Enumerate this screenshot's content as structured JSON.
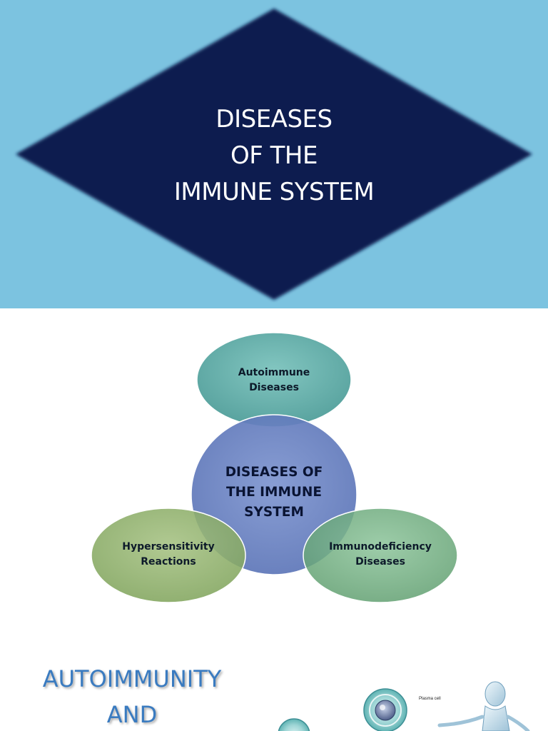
{
  "slide1": {
    "title_lines": [
      "DISEASES",
      "OF THE",
      "IMMUNE SYSTEM"
    ],
    "colors": {
      "background": "#7cc3e0",
      "diamond": "#0a1a4f",
      "text": "#ffffff"
    }
  },
  "slide2": {
    "center": {
      "lines": [
        "DISEASES OF",
        "THE IMMUNE",
        "SYSTEM"
      ]
    },
    "top": {
      "lines": [
        "Autoimmune",
        "Diseases"
      ]
    },
    "left": {
      "lines": [
        "Hypersensitivity",
        "Reactions"
      ]
    },
    "right": {
      "lines": [
        "Immunodeficiency",
        "Diseases"
      ]
    },
    "colors": {
      "top": "#5aa8a4",
      "center": "#6a82c0",
      "left": "#8fb16a",
      "right": "#6aa97a"
    }
  },
  "slide3": {
    "title_lines": [
      "AUTOIMMUNITY",
      "AND"
    ],
    "plasma_label": "Plasma cell",
    "colors": {
      "title": "#3a7bc0"
    }
  }
}
